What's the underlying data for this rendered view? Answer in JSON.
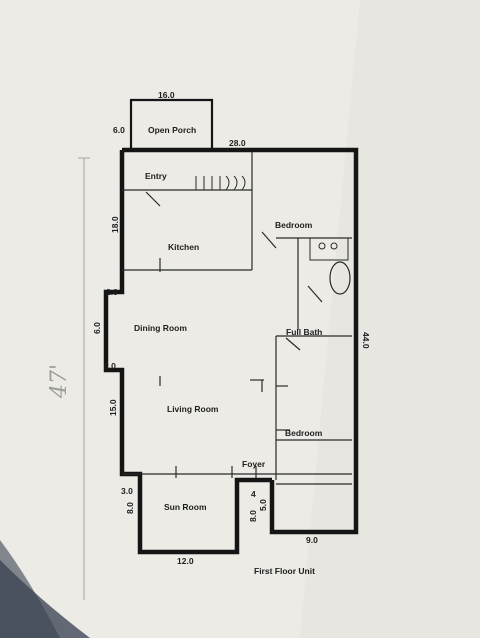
{
  "rooms": {
    "open_porch": "Open Porch",
    "entry": "Entry",
    "kitchen": "Kitchen",
    "bedroom_upper": "Bedroom",
    "dining_room": "Dining Room",
    "full_bath": "Full Bath",
    "living_room": "Living Room",
    "bedroom_lower": "Bedroom",
    "foyer": "Foyer",
    "sun_room": "Sun Room"
  },
  "dimensions": {
    "porch_width": "16.0",
    "porch_depth": "6.0",
    "top_width": "28.0",
    "left_upper": "18.0",
    "left_notch_top": "2.0",
    "left_mid": "6.0",
    "left_notch_bottom": "2.0",
    "left_lower": "15.0",
    "sunroom_offset": "3.0",
    "sunroom_depth": "8.0",
    "sunroom_width": "12.0",
    "foyer_step": "4",
    "foyer_depth": "8.0",
    "foyer_height": "5.0",
    "right_length": "44.0",
    "bottom_right": "9.0",
    "total_handwritten": "47'"
  },
  "caption": "First Floor Unit",
  "colors": {
    "paper": "#ecebe6",
    "ink": "#151515",
    "pencil": "#9a9a9a"
  }
}
